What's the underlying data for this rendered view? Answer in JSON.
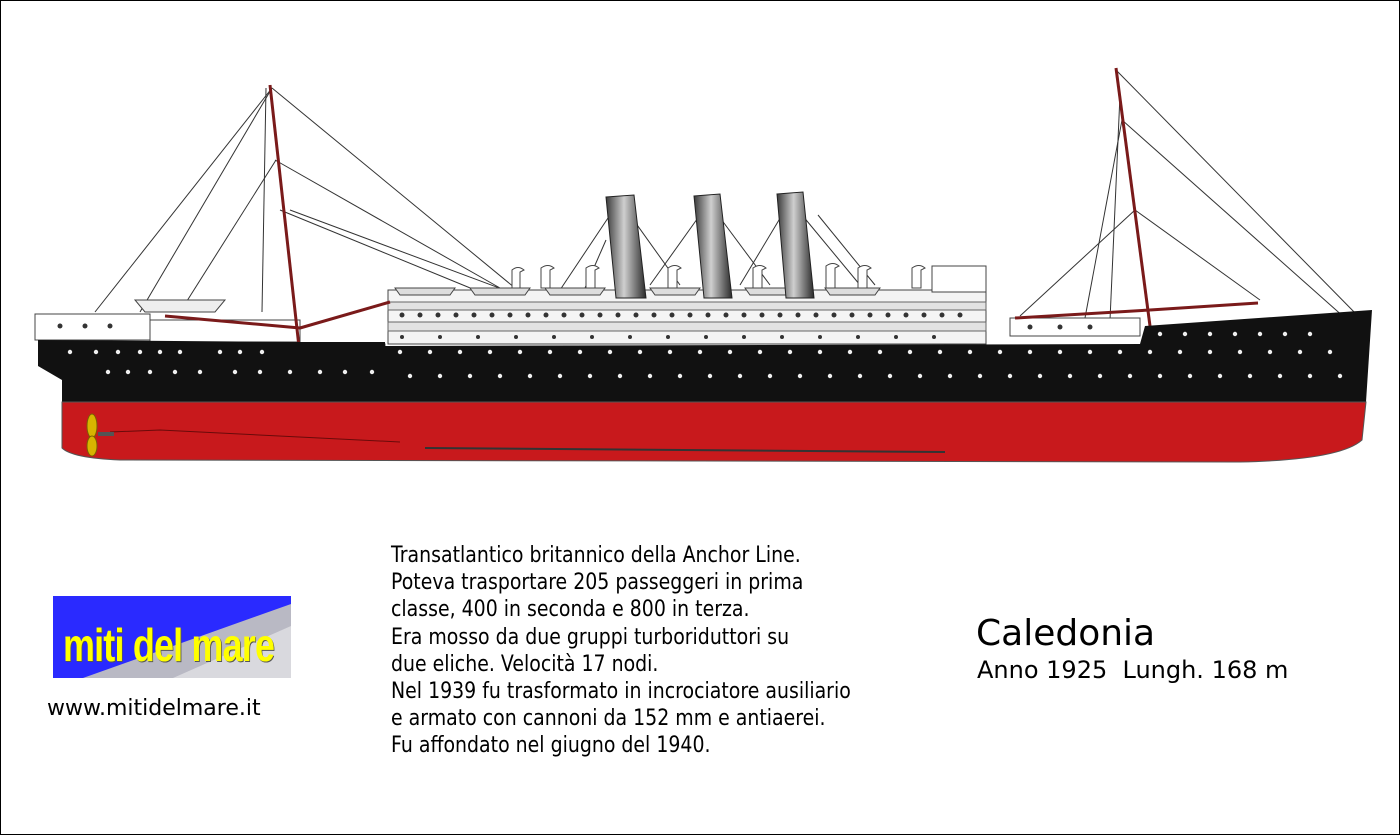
{
  "ship": {
    "name": "Caledonia",
    "stats": "Anno 1925  Lungh. 168 m",
    "colors": {
      "hull_upper": "#111111",
      "hull_lower": "#c8191c",
      "masts": "#7a1a1a",
      "funnel": "#6a6a6a"
    }
  },
  "description": {
    "lines": [
      "Transatlantico britannico della Anchor Line.",
      "Poteva trasportare 205 passeggeri in prima",
      "classe, 400 in seconda e 800 in terza.",
      "Era mosso da due gruppi turboriduttori su",
      "due eliche. Velocità 17 nodi.",
      "Nel 1939 fu trasformato in incrociatore ausiliario",
      "e armato con cannoni da 152 mm e antiaerei.",
      "Fu affondato nel giugno del 1940."
    ]
  },
  "logo": {
    "text": "miti del mare",
    "background": "#2a2aff",
    "text_color": "#ffff00"
  },
  "website": "www.mitidelmare.it"
}
